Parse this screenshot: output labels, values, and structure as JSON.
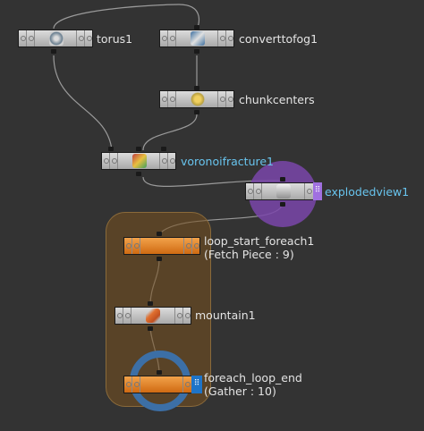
{
  "app": {
    "title": "Network Editor"
  },
  "colors": {
    "background": "#333333",
    "node_gray": "#bfbfbf",
    "node_orange": "#e0842c",
    "label": "#e4e4e4",
    "label_highlight": "#68c4ee",
    "display_flag": "#1e74c8",
    "template_flag": "#a070e0",
    "network_box": "#7a5020"
  },
  "nodes": {
    "torus": {
      "name": "torus1",
      "icon": "torus-icon"
    },
    "converttofog": {
      "name": "converttofog1",
      "icon": "convert-fog-icon"
    },
    "chunkcenters": {
      "name": "chunkcenters",
      "icon": "chunk-icon"
    },
    "voronoifracture": {
      "name": "voronoifracture1",
      "icon": "voronoi-icon"
    },
    "explodedview": {
      "name": "explodedview1",
      "icon": "explode-icon"
    },
    "loop_start": {
      "name": "loop_start_foreach1",
      "info": "(Fetch Piece : 9)",
      "icon": "foreach-icon"
    },
    "mountain": {
      "name": "mountain1",
      "icon": "mountain-icon"
    },
    "loop_end": {
      "name": "foreach_loop_end",
      "info": "(Gather : 10)",
      "icon": "foreach-icon"
    }
  },
  "flags": {
    "end_display": "⠿",
    "end_template": "⠿"
  }
}
